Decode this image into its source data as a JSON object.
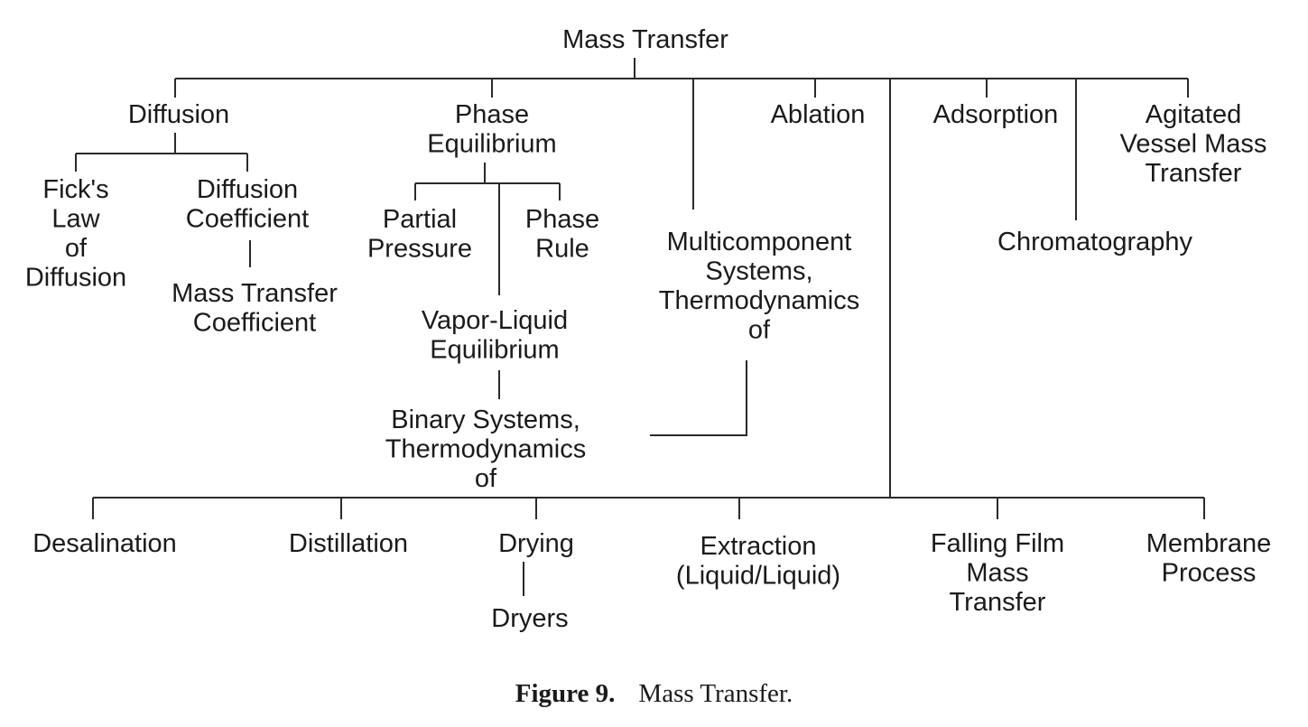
{
  "nodes": {
    "root": [
      "Mass Transfer"
    ],
    "diffusion": [
      "Diffusion"
    ],
    "ficks_law": [
      "Fick's",
      "Law",
      "of",
      "Diffusion"
    ],
    "diffusion_coefficient": [
      "Diffusion",
      "Coefficient"
    ],
    "mass_transfer_coefficient": [
      "Mass Transfer",
      "Coefficient"
    ],
    "phase_equilibrium": [
      "Phase",
      "Equilibrium"
    ],
    "partial_pressure": [
      "Partial",
      "Pressure"
    ],
    "phase_rule": [
      "Phase",
      "Rule"
    ],
    "vapor_liquid_equilibrium": [
      "Vapor-Liquid",
      "Equilibrium"
    ],
    "binary_systems": [
      "Binary Systems,",
      "Thermodynamics",
      "of"
    ],
    "multicomponent_systems": [
      "Multicomponent",
      "Systems,",
      "Thermodynamics",
      "of"
    ],
    "ablation": [
      "Ablation"
    ],
    "adsorption": [
      "Adsorption"
    ],
    "chromatography": [
      "Chromatography"
    ],
    "agitated_vessel": [
      "Agitated",
      "Vessel Mass",
      "Transfer"
    ],
    "desalination": [
      "Desalination"
    ],
    "distillation": [
      "Distillation"
    ],
    "drying": [
      "Drying"
    ],
    "dryers": [
      "Dryers"
    ],
    "extraction": [
      "Extraction",
      "(Liquid/Liquid)"
    ],
    "falling_film": [
      "Falling Film",
      "Mass",
      "Transfer"
    ],
    "membrane_process": [
      "Membrane",
      "Process"
    ]
  },
  "caption": {
    "label": "Figure 9.",
    "text": "Mass Transfer."
  }
}
